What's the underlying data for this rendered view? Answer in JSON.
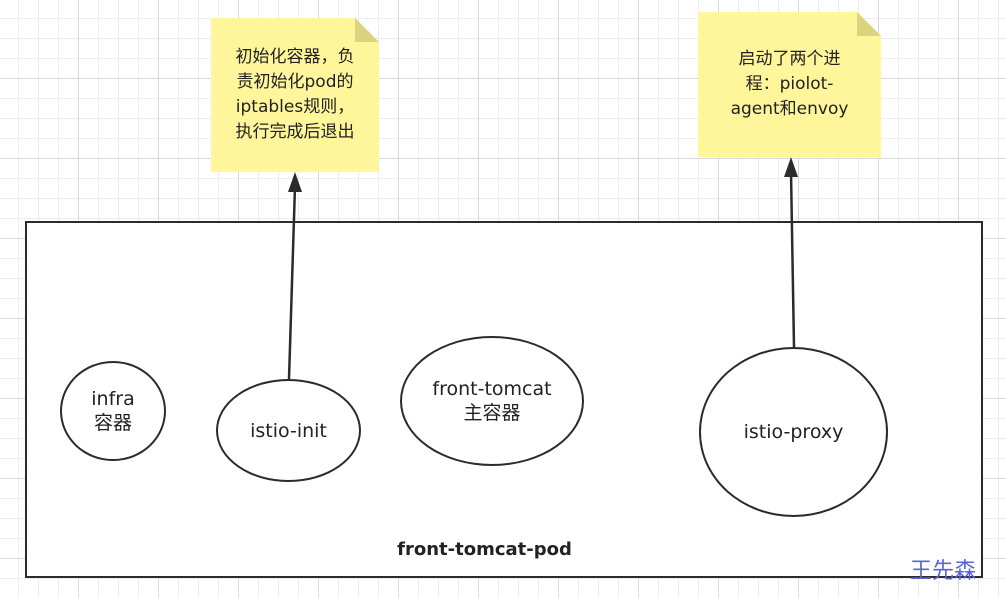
{
  "pod": {
    "label": "front-tomcat-pod"
  },
  "containers": {
    "infra": "infra\n容器",
    "istio_init": "istio-init",
    "front_tomcat": "front-tomcat\n主容器",
    "istio_proxy": "istio-proxy"
  },
  "notes": {
    "istio_init": "初始化容器，负\n责初始化pod的\niptables规则，\n执行完成后退出",
    "istio_proxy": "启动了两个进\n程：piolot-\nagent和envoy"
  },
  "watermark": "王先森",
  "colors": {
    "note_fill": "#fff59a",
    "stroke": "#2b2b2b",
    "watermark": "#5b63d9"
  }
}
